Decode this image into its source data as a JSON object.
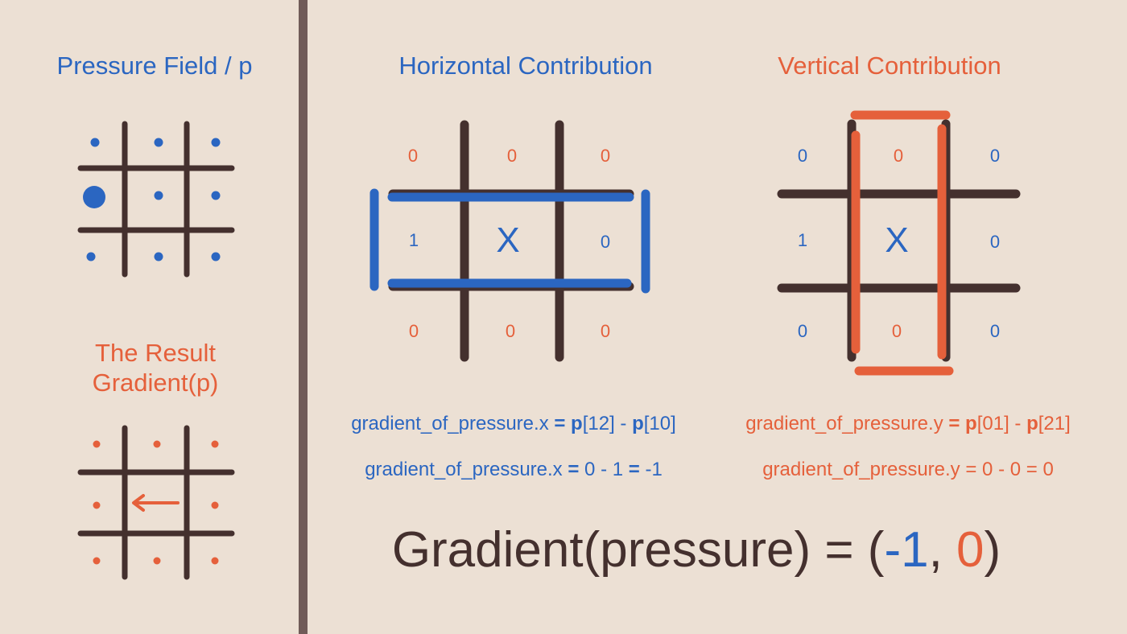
{
  "titles": {
    "pressure_field": "Pressure Field / p",
    "horizontal": "Horizontal Contribution",
    "vertical": "Vertical Contribution",
    "result_line1": "The Result",
    "result_line2": "Gradient(p)"
  },
  "horizontal_grid": {
    "cells": [
      "0",
      "0",
      "0",
      "1",
      "X",
      "0",
      "0",
      "0",
      "0"
    ]
  },
  "vertical_grid": {
    "cells": [
      "0",
      "0",
      "0",
      "1",
      "X",
      "0",
      "0",
      "0",
      "0"
    ]
  },
  "equations": {
    "x_formula": {
      "lhs": "gradient_of_pressure.x",
      "eq": "=",
      "p1": "p",
      "i1": "[12]",
      "minus": "-",
      "p2": "p",
      "i2": "[10]"
    },
    "x_result": {
      "lhs": "gradient_of_pressure.x",
      "eq": "=",
      "a": "0",
      "minus": "-",
      "b": "1",
      "eq2": "=",
      "res": "-1"
    },
    "y_formula": {
      "lhs": "gradient_of_pressure.y",
      "eq": "=",
      "p1": "p",
      "i1": "[01]",
      "minus": "-",
      "p2": "p",
      "i2": "[21]"
    },
    "y_result": {
      "lhs": "gradient_of_pressure.y",
      "eq": "=",
      "a": "0",
      "minus": "-",
      "b": "0",
      "eq2": "=",
      "res": "0"
    }
  },
  "final": {
    "prefix": "Gradient(pressure) = (",
    "x": "-1",
    "comma": ", ",
    "y": "0",
    "suffix": ")"
  },
  "colors": {
    "background": "#ece0d4",
    "grid": "#44302e",
    "blue": "#2b66c1",
    "orange": "#e5603b",
    "divider": "#705b58"
  },
  "icons": {
    "result_arrow": "arrow-left-icon"
  }
}
